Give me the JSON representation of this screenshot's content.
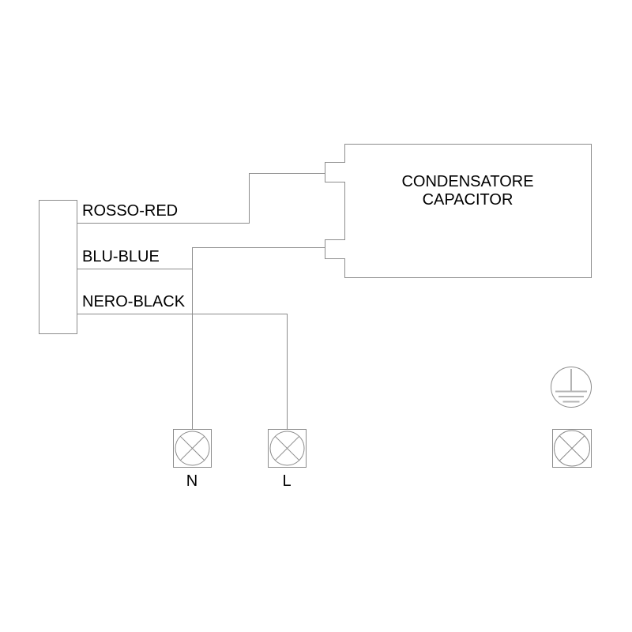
{
  "diagram": {
    "component": {
      "name_line1": "CONDENSATORE",
      "name_line2": "CAPACITOR"
    },
    "wires": [
      {
        "label": "ROSSO-RED"
      },
      {
        "label": "BLU-BLUE"
      },
      {
        "label": "NERO-BLACK"
      }
    ],
    "terminals": [
      {
        "label": "N"
      },
      {
        "label": "L"
      }
    ],
    "icons": {
      "earth": "earth-ground-icon",
      "terminal": "circle-cross-terminal-icon"
    },
    "colors": {
      "stroke": "#8c8c8c",
      "stroke_light": "#b4b4b4",
      "text": "#000000",
      "background": "#ffffff"
    }
  }
}
